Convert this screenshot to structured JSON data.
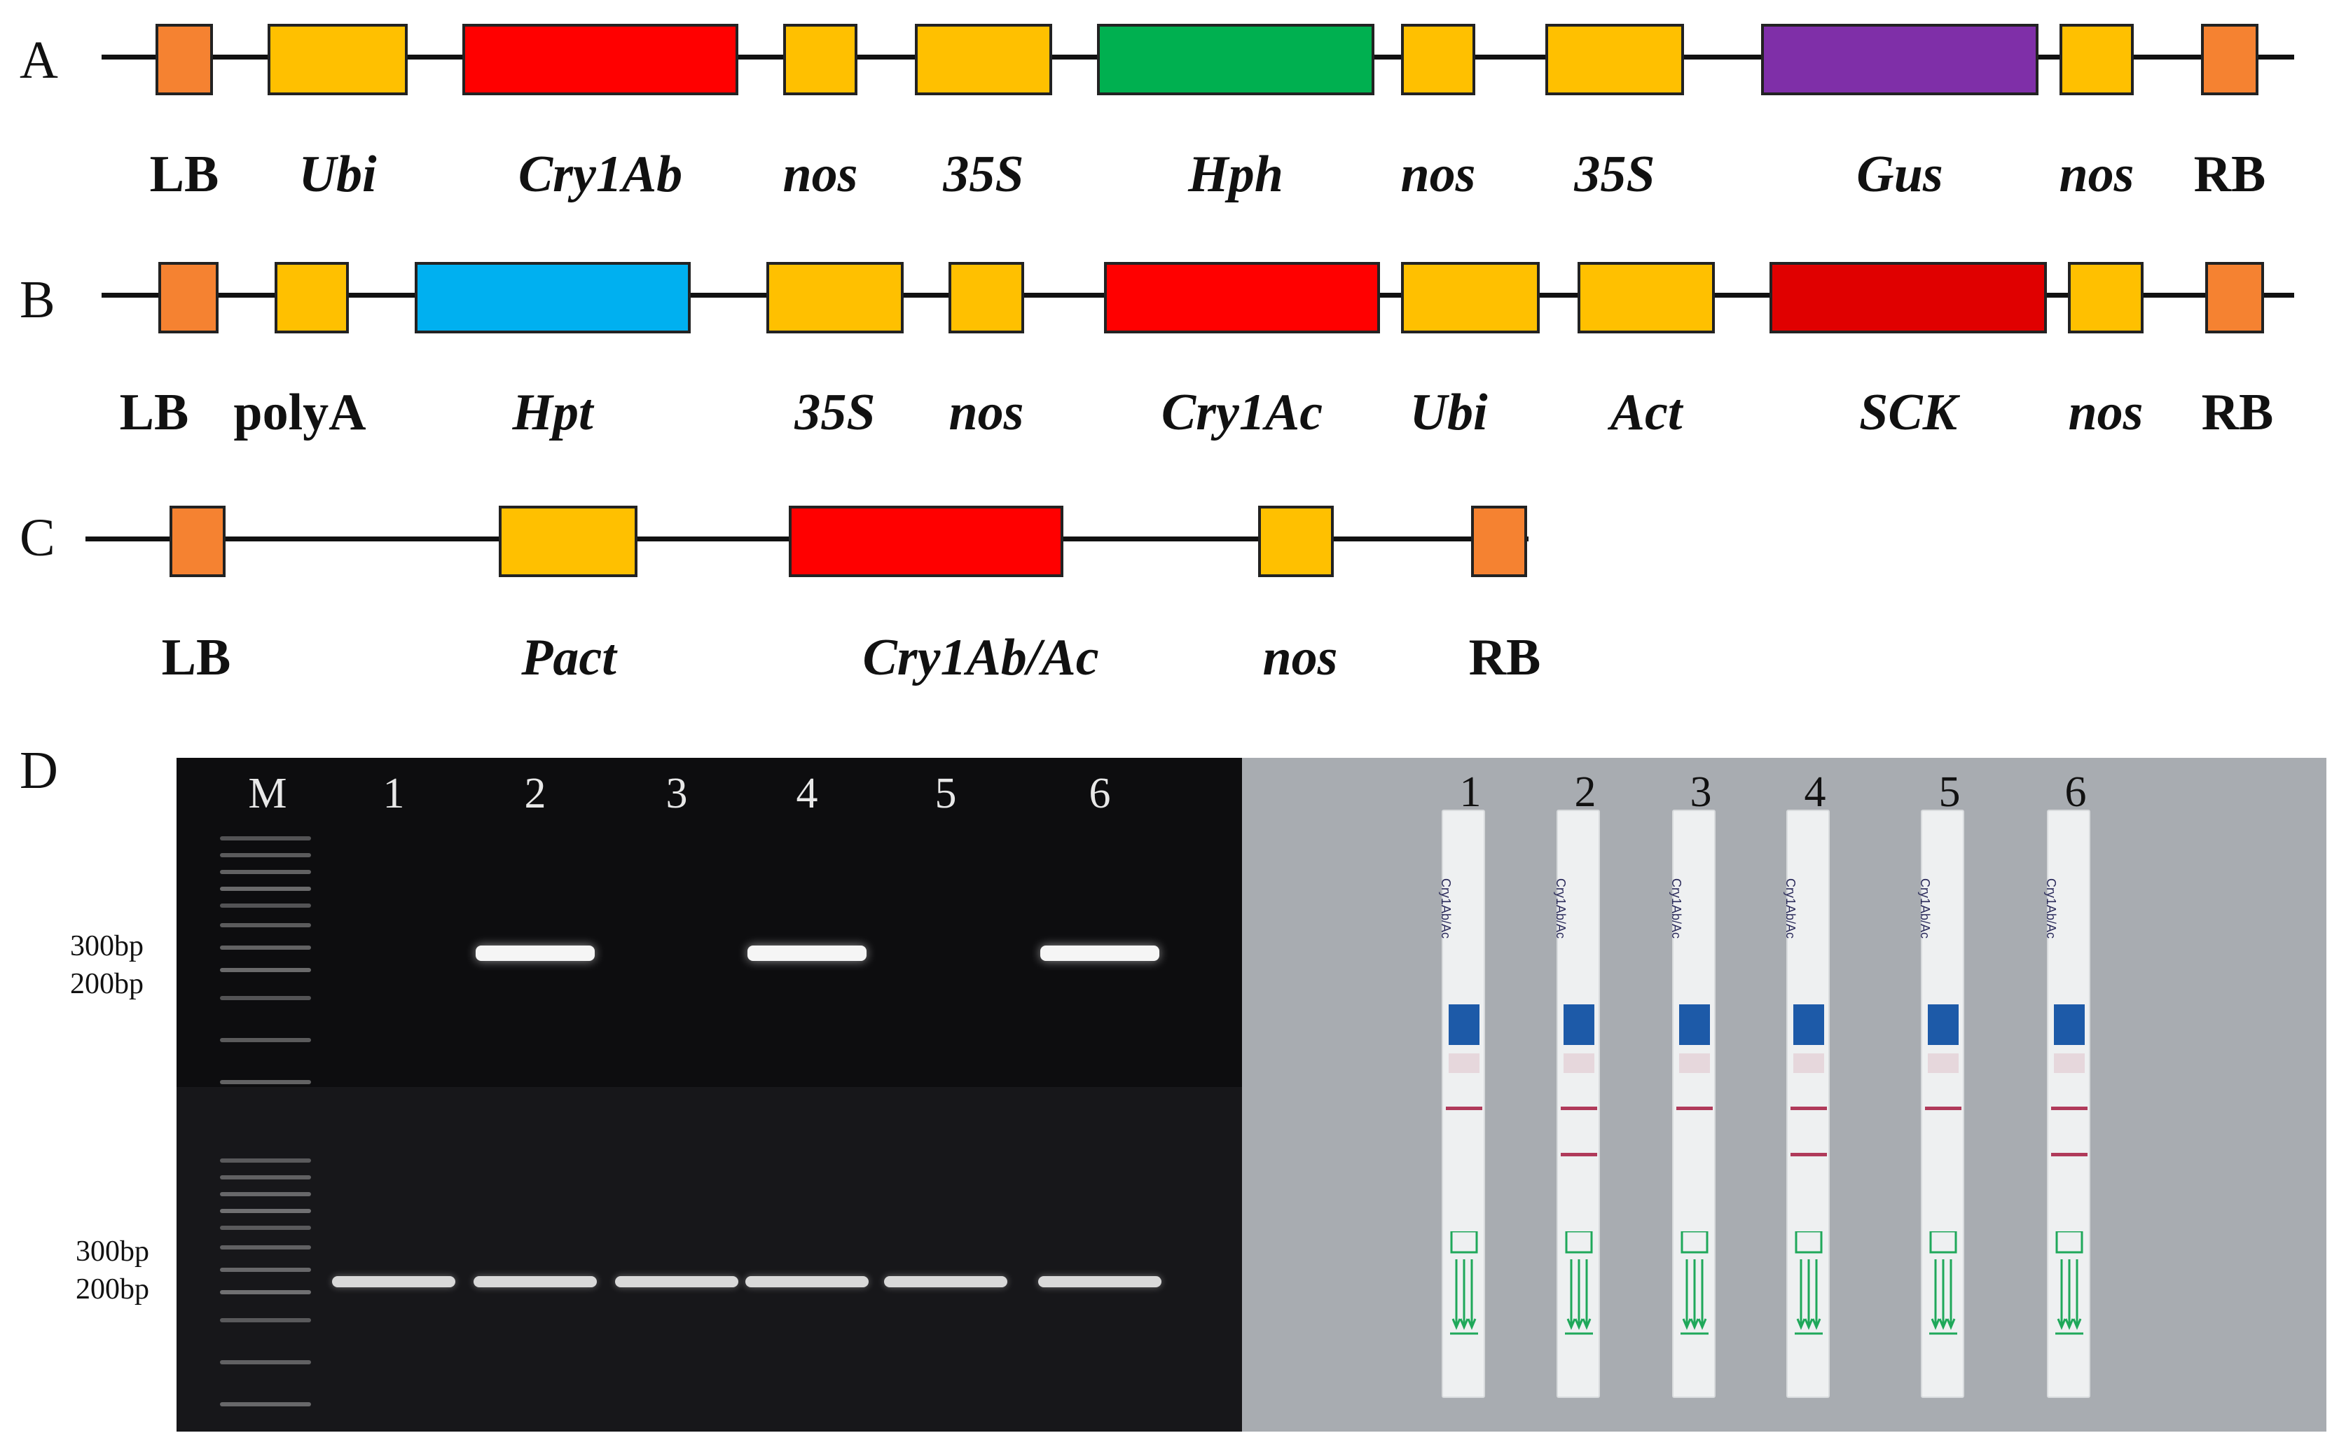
{
  "panels": {
    "A": {
      "letter": "A",
      "elements": [
        {
          "label": "LB",
          "italic": false,
          "color": "#F58231"
        },
        {
          "label": "Ubi",
          "italic": true,
          "color": "#FFC000"
        },
        {
          "label": "Cry1Ab",
          "italic": true,
          "color": "#FF0000"
        },
        {
          "label": "nos",
          "italic": true,
          "color": "#FFC000"
        },
        {
          "label": "35S",
          "italic": true,
          "color": "#FFC000"
        },
        {
          "label": "Hph",
          "italic": true,
          "color": "#00B050"
        },
        {
          "label": "nos",
          "italic": true,
          "color": "#FFC000"
        },
        {
          "label": "35S",
          "italic": true,
          "color": "#FFC000"
        },
        {
          "label": "Gus",
          "italic": true,
          "color": "#7F2FA8"
        },
        {
          "label": "nos",
          "italic": true,
          "color": "#FFC000"
        },
        {
          "label": "RB",
          "italic": false,
          "color": "#F58231"
        }
      ]
    },
    "B": {
      "letter": "B",
      "elements": [
        {
          "label": "LB",
          "italic": false,
          "color": "#F58231"
        },
        {
          "label": "polyA",
          "italic": false,
          "color": "#FFC000"
        },
        {
          "label": "Hpt",
          "italic": true,
          "color": "#00B0F0"
        },
        {
          "label": "35S",
          "italic": true,
          "color": "#FFC000"
        },
        {
          "label": "nos",
          "italic": true,
          "color": "#FFC000"
        },
        {
          "label": "Cry1Ac",
          "italic": true,
          "color": "#FF0000"
        },
        {
          "label": "Ubi",
          "italic": true,
          "color": "#FFC000"
        },
        {
          "label": "Act",
          "italic": true,
          "color": "#FFC000"
        },
        {
          "label": "SCK",
          "italic": true,
          "color": "#E00000"
        },
        {
          "label": "nos",
          "italic": true,
          "color": "#FFC000"
        },
        {
          "label": "RB",
          "italic": false,
          "color": "#F58231"
        }
      ]
    },
    "C": {
      "letter": "C",
      "elements": [
        {
          "label": "LB",
          "italic": false,
          "color": "#F58231"
        },
        {
          "label": "Pact",
          "italic": true,
          "color": "#FFC000"
        },
        {
          "label": "Cry1Ab/Ac",
          "italic": true,
          "color": "#FF0000"
        },
        {
          "label": "nos",
          "italic": true,
          "color": "#FFC000"
        },
        {
          "label": "RB",
          "italic": false,
          "color": "#F58231"
        }
      ]
    },
    "D": {
      "letter": "D",
      "gel": {
        "lane_labels": [
          "M",
          "1",
          "2",
          "3",
          "4",
          "5",
          "6"
        ],
        "top_size_labels": [
          "300bp",
          "200bp"
        ],
        "bottom_size_labels": [
          "300bp",
          "200bp"
        ],
        "top_bands_present": [
          false,
          true,
          false,
          true,
          false,
          true
        ],
        "bottom_bands_present": [
          true,
          true,
          true,
          true,
          true,
          true
        ]
      },
      "strips": {
        "strip_labels": [
          "1",
          "2",
          "3",
          "4",
          "5",
          "6"
        ],
        "strip_print": [
          "Cry1Ab/Ac",
          "Cry1Ab/Ac",
          "Cry1Ab/Ac",
          "Cry1Ab/Ac",
          "Cry1Ab/Ac",
          "Cry1Ab/Ac"
        ],
        "test_line_present": [
          false,
          true,
          false,
          true,
          false,
          true
        ],
        "control_line_color": "#b03a5a",
        "arrow_color": "#1fa85a"
      }
    }
  }
}
